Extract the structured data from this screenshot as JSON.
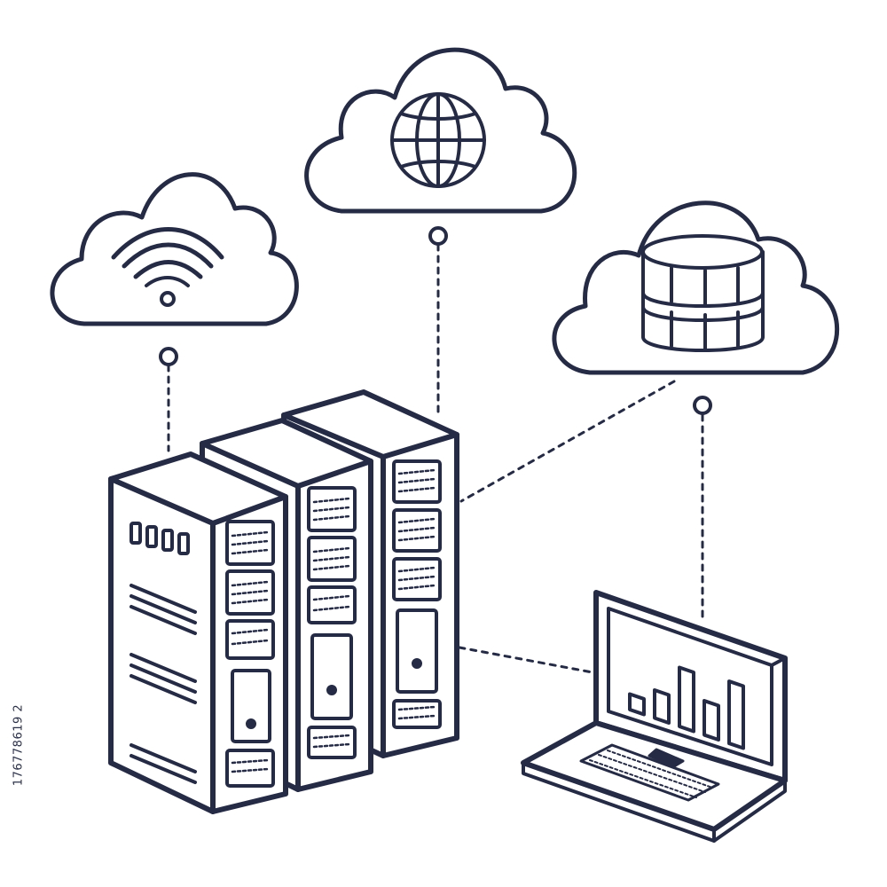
{
  "image_id_label": "176778619 2",
  "colors": {
    "ink": "#262b45",
    "paper": "#ffffff"
  },
  "icons": {
    "cloud_left": "wifi-icon",
    "cloud_center": "globe-icon",
    "cloud_right": "database-icon",
    "servers": "server-rack-icon",
    "laptop": "laptop-icon"
  },
  "laptop_chart": {
    "bars": [
      0.25,
      0.45,
      0.95,
      0.55,
      1.0
    ]
  }
}
